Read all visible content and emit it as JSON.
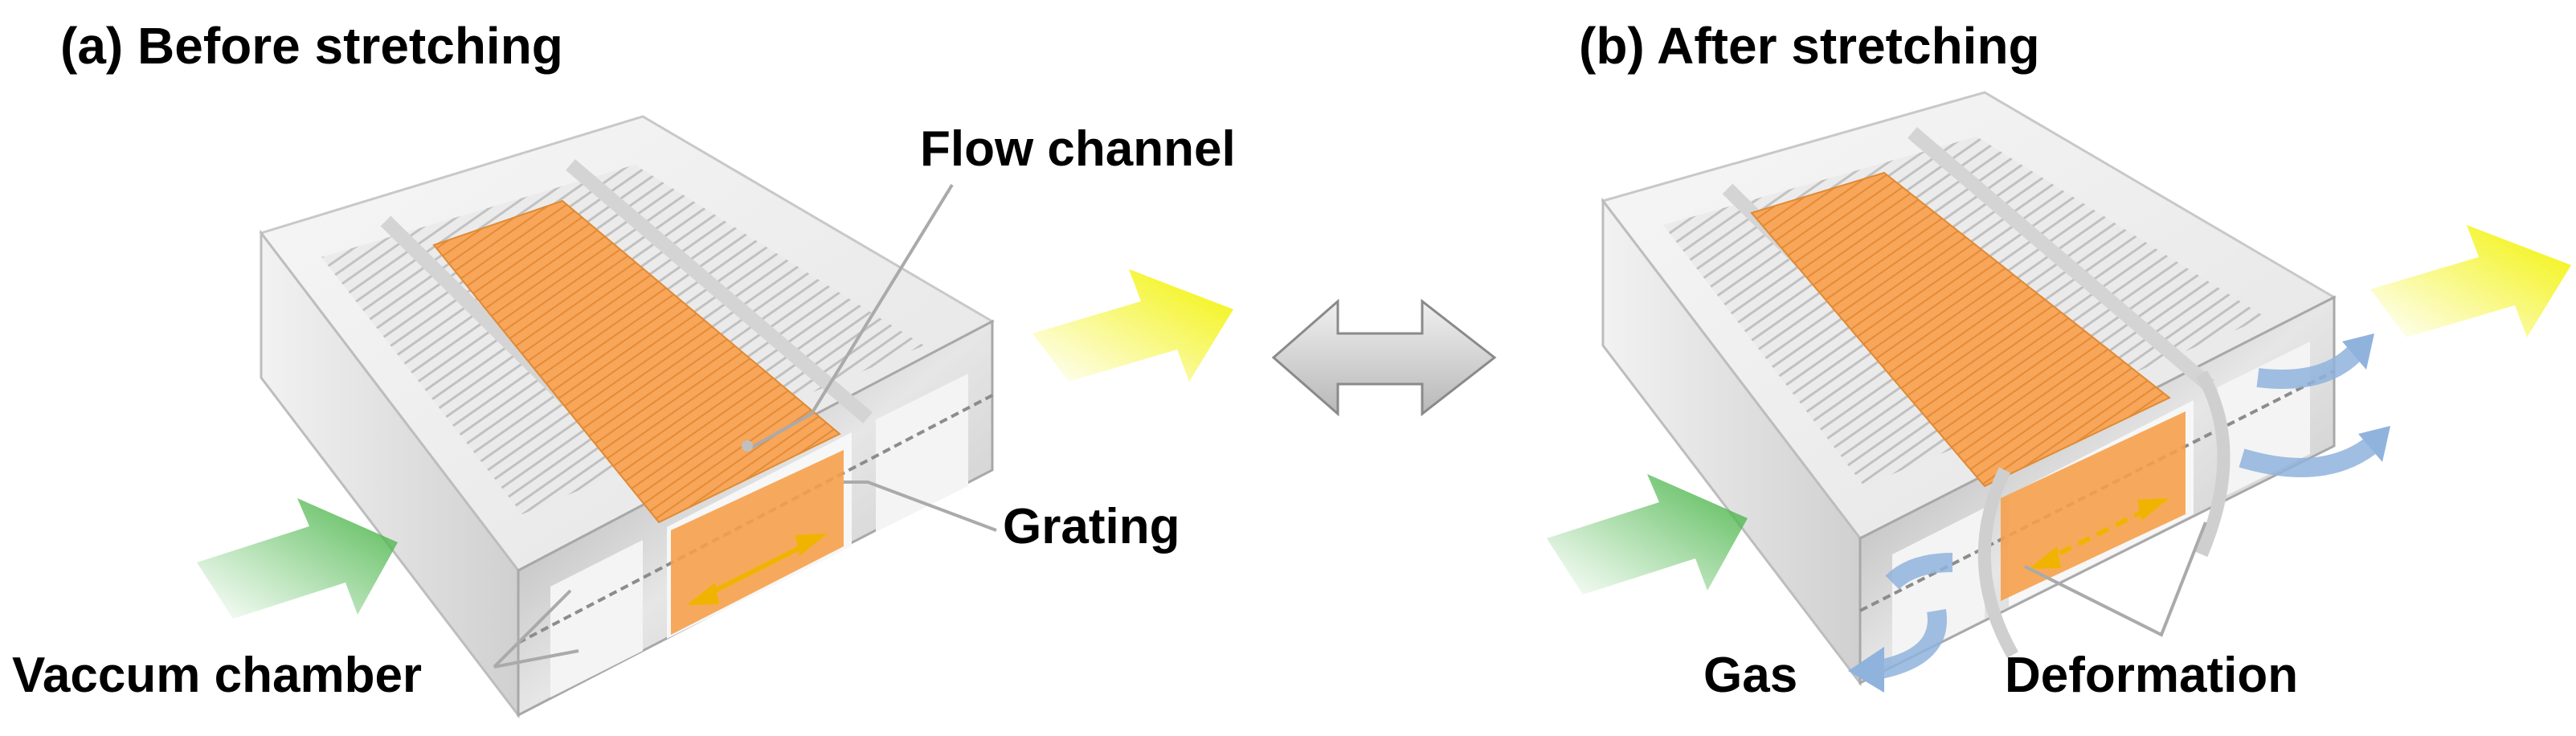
{
  "panels": {
    "a": {
      "title": "(a) Before stretching"
    },
    "b": {
      "title": "(b) After stretching"
    }
  },
  "labels": {
    "flow_channel": "Flow channel",
    "grating": "Grating",
    "vacuum_chamber": "Vaccum chamber",
    "gas": "Gas",
    "deformation": "Deformation"
  },
  "colors": {
    "channel_orange": "#f5a04a",
    "arrow_green": "#5cbf5c",
    "arrow_yellow": "#f2f200",
    "gas_blue": "#8fb3dd",
    "frame_gray": "#d9d9d9"
  }
}
